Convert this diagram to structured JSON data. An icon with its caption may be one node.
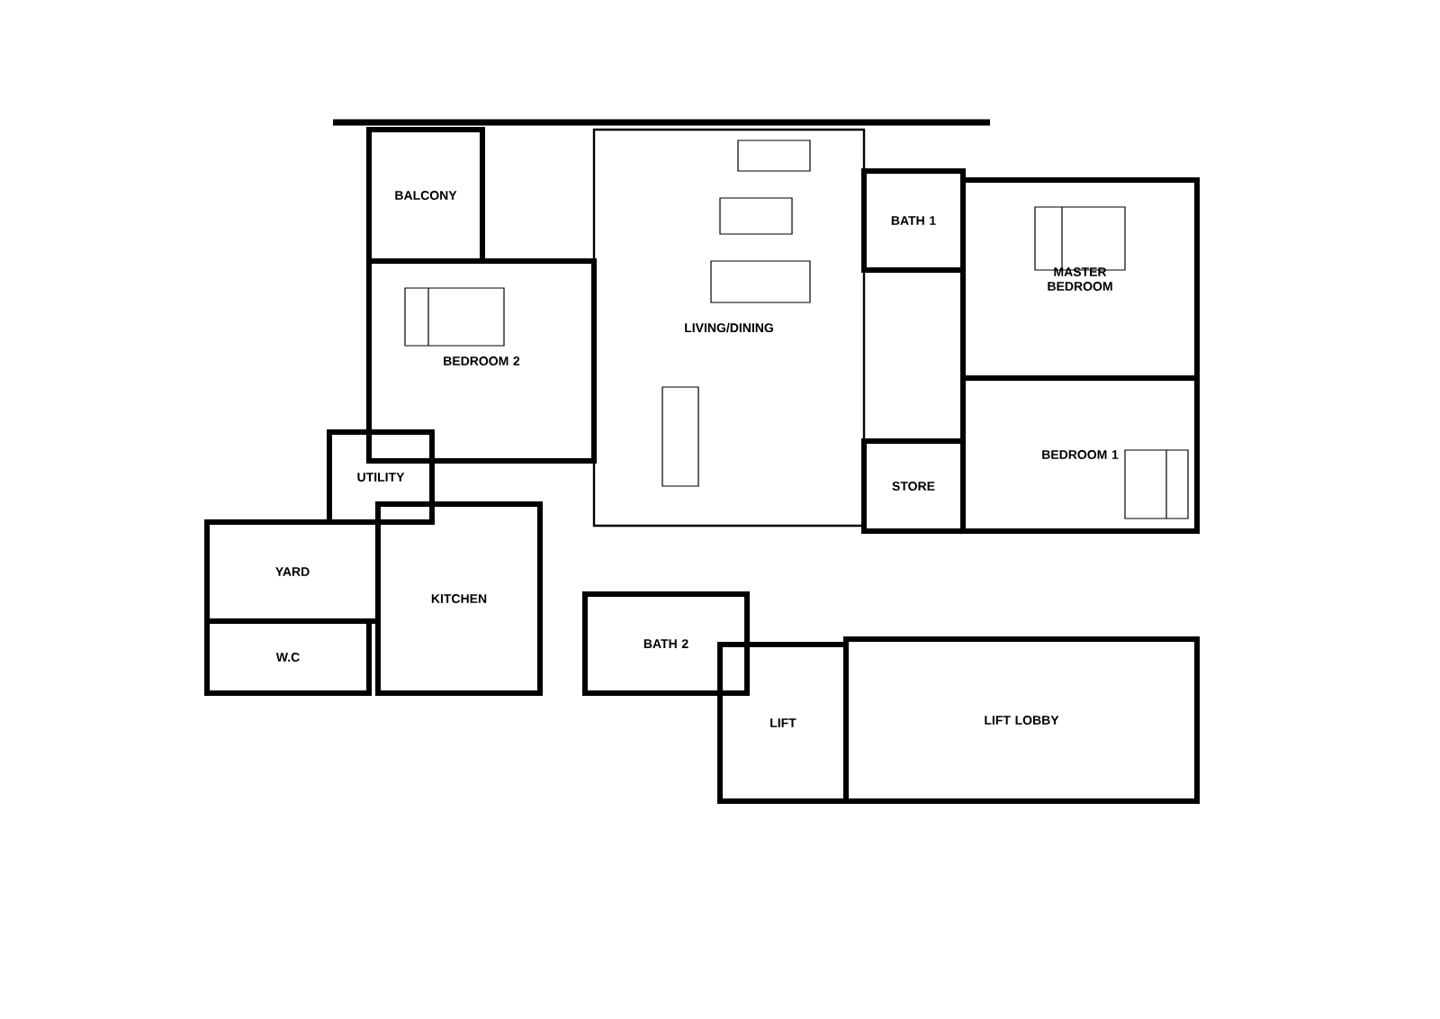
{
  "diagram": {
    "nodes": [
      {
        "text": [
          "BALCONY"
        ]
      },
      {
        "text": [
          "LIVING/DINING"
        ]
      },
      {
        "text": [
          "BATH 1"
        ]
      },
      {
        "text": [
          "MASTER BEDROOM"
        ]
      },
      {
        "text": [
          "BEDROOM 2"
        ]
      },
      {
        "text": [
          "BEDROOM 1"
        ]
      },
      {
        "text": [
          "STORE"
        ]
      },
      {
        "text": [
          "UTILITY"
        ]
      },
      {
        "text": [
          "YARD"
        ]
      },
      {
        "text": [
          "KITCHEN"
        ]
      },
      {
        "text": [
          "W.C"
        ]
      },
      {
        "text": [
          "BATH 2"
        ]
      },
      {
        "text": [
          "LIFT"
        ]
      },
      {
        "text": [
          "LIFT LOBBY"
        ]
      }
    ]
  }
}
